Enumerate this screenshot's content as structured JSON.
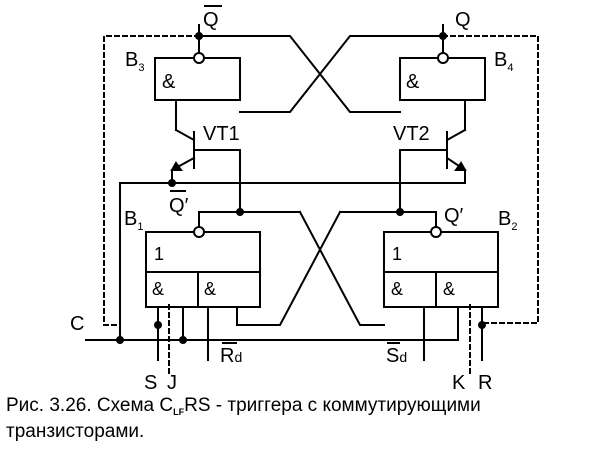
{
  "labels": {
    "q_bar": "Q",
    "q": "Q",
    "b3": "B",
    "b3_sub": "3",
    "b4": "B",
    "b4_sub": "4",
    "b1": "B",
    "b1_sub": "1",
    "b2": "B",
    "b2_sub": "2",
    "vt1": "VT1",
    "vt2": "VT2",
    "q_prime_bar": "Q",
    "q_prime_bar_mark": "′",
    "q_prime": "Q′",
    "and": "&",
    "one": "1",
    "c": "C",
    "s": "S",
    "j": "J",
    "rd_r": "R",
    "rd_d": "d",
    "sd_s": "S",
    "sd_d": "d",
    "k": "K",
    "r": "R"
  },
  "caption": {
    "prefix": "Рис. 3.26. Схема C",
    "subscript": "LF",
    "rest": "RS - триггера с коммутирующими",
    "line2": "транзисторами."
  }
}
